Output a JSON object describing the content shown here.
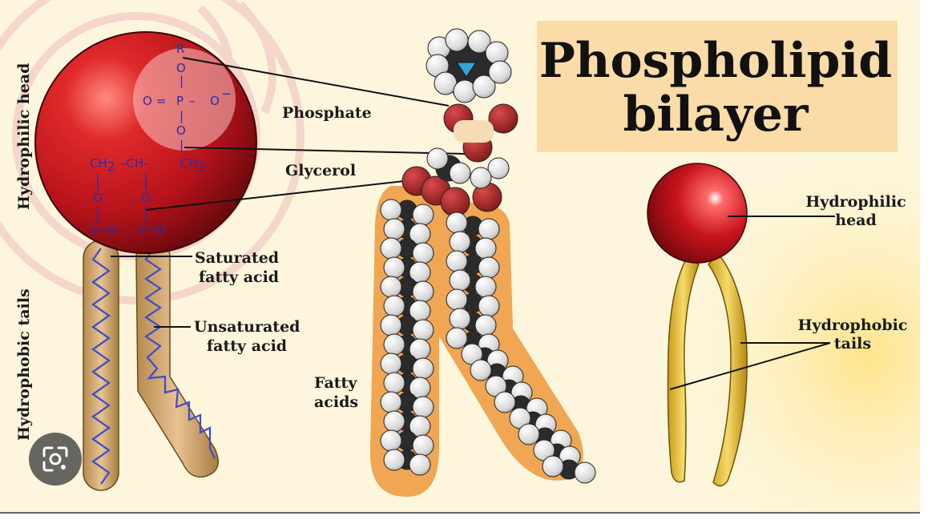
{
  "title": {
    "line1": "Phospholipid",
    "line2": "bilayer"
  },
  "labels": {
    "hydrophilic_head_vertical": "Hydrophilic head",
    "hydrophobic_tails_vertical": "Hydrophobic tails",
    "phosphate": "Phosphate",
    "glycerol": "Glycerol",
    "saturated_line1": "Saturated",
    "saturated_line2": "fatty acid",
    "unsaturated_line1": "Unsaturated",
    "unsaturated_line2": "fatty acid",
    "fatty_line1": "Fatty",
    "fatty_line2": "acids",
    "right_head_line1": "Hydrophilic",
    "right_head_line2": "head",
    "right_tails_line1": "Hydrophobic",
    "right_tails_line2": "tails"
  },
  "chem": {
    "r": "R",
    "o_top": "O",
    "bond_v1": "|",
    "o_left": "O",
    "eq": "=",
    "p": "P",
    "dash": "–",
    "o_minus": "O",
    "minus_sign": "−",
    "bond_v2": "|",
    "o_mid": "O",
    "bond_v3": "|",
    "ch2_left": "CH",
    "sub2_left": "2",
    "ch_mid": "–CH–",
    "ch2_right": "CH",
    "sub2_right": "2",
    "o_low_left": "O",
    "o_low_right": "O",
    "co_left": "C=O",
    "co_right": "C=O"
  },
  "colors": {
    "background": "#fdf6dc",
    "head_red": "#c8141c",
    "tail_tan": "#d6ac6e",
    "tail_yellow": "#e8c13a",
    "accent_orange": "#f0a652",
    "bond_blue": "#2a2fa8",
    "title_box": "#fbdca8"
  },
  "icons": {
    "lens": "google-lens-icon"
  }
}
